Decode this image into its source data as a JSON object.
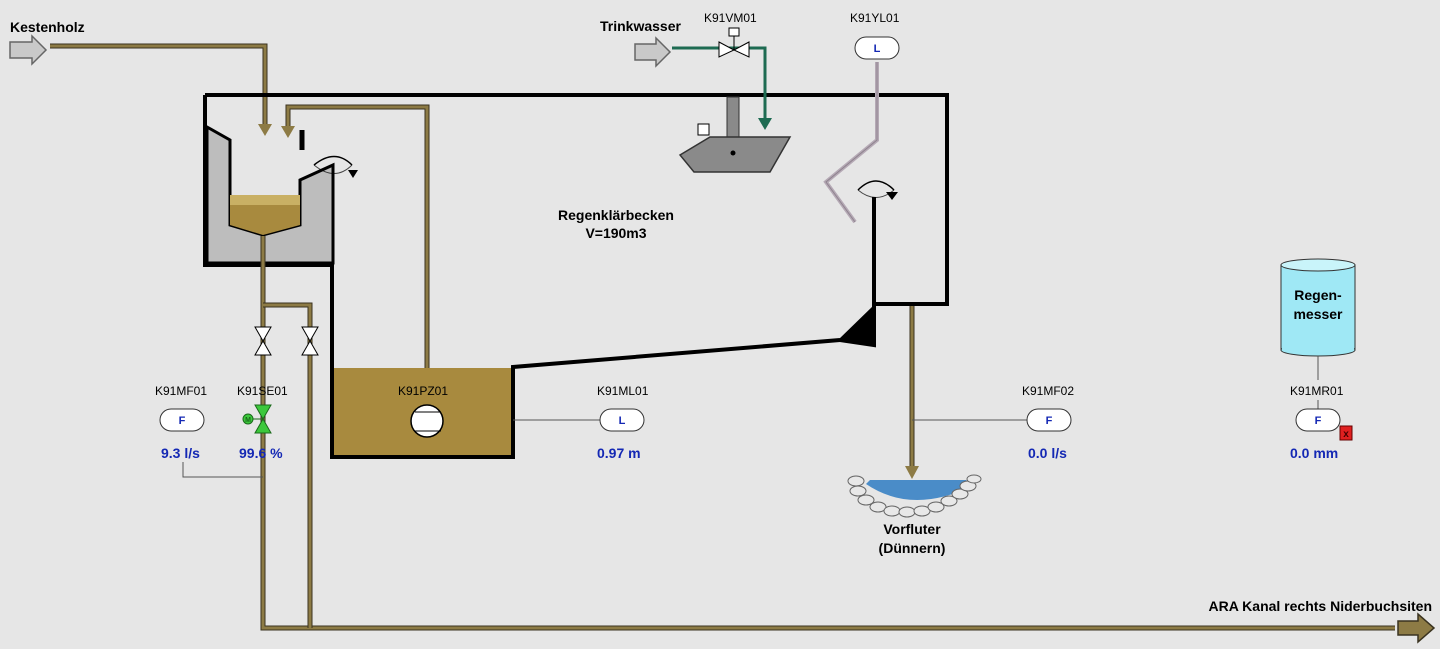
{
  "streams": {
    "inlet": "Kestenholz",
    "water": "Trinkwasser",
    "outlet": "ARA Kanal rechts Niderbuchsiten"
  },
  "basin": {
    "name": "Regenklärbecken",
    "volume": "V=190m3"
  },
  "receiver": {
    "line1": "Vorfluter",
    "line2": "(Dünnern)"
  },
  "rain_gauge": {
    "line1": "Regen-",
    "line2": "messer"
  },
  "instruments": {
    "mf01": {
      "tag": "K91MF01",
      "badge": "F",
      "value": "9.3 l/s"
    },
    "se01": {
      "tag": "K91SE01",
      "value": "99.6 %"
    },
    "pz01": {
      "tag": "K91PZ01"
    },
    "ml01": {
      "tag": "K91ML01",
      "badge": "L",
      "value": "0.97 m"
    },
    "mf02": {
      "tag": "K91MF02",
      "badge": "F",
      "value": "0.0 l/s"
    },
    "mr01": {
      "tag": "K91MR01",
      "badge": "F",
      "value": "0.0 mm",
      "fault_mark": "x"
    },
    "vm01": {
      "tag": "K91VM01"
    },
    "yl01": {
      "tag": "K91YL01",
      "badge": "L"
    }
  },
  "colors": {
    "background": "#e6e6e6",
    "sludge": "#a88a3e",
    "pipe_dark": "#3a3320",
    "pipe_light": "#8d7b45",
    "water_line": "#1e6b52",
    "value_text": "#1428b4",
    "river_water": "#4a8cc8",
    "rain_gauge": "#9fe8f5",
    "fault": "#e02020"
  }
}
